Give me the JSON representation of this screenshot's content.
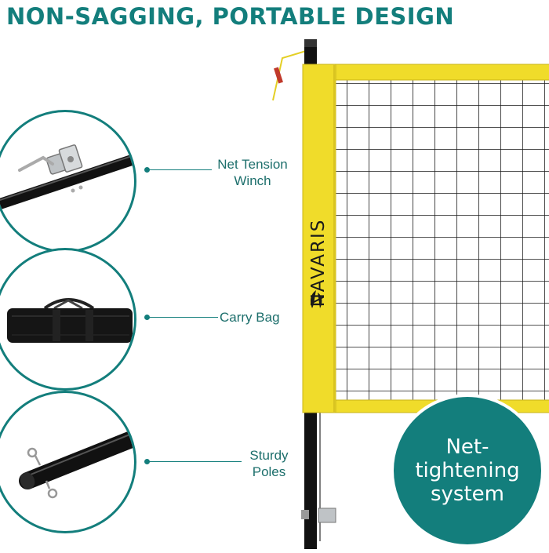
{
  "headline": "NON-SAGGING, PORTABLE DESIGN",
  "colors": {
    "teal": "#137e7c",
    "net_yellow": "#f0dc2a",
    "net_black": "#1a1a1a"
  },
  "features": [
    {
      "label_line1": "Net Tension",
      "label_line2": "Winch",
      "icon": "winch-icon"
    },
    {
      "label_line1": "Carry Bag",
      "label_line2": "",
      "icon": "carry-bag-icon"
    },
    {
      "label_line1": "Sturdy",
      "label_line2": "Poles",
      "icon": "pole-icon"
    }
  ],
  "net": {
    "brand": "NAVARIS",
    "logo_icon": "volleyball-icon"
  },
  "badge": {
    "text_line1": "Net-",
    "text_line2": "tightening",
    "text_line3": "system"
  }
}
